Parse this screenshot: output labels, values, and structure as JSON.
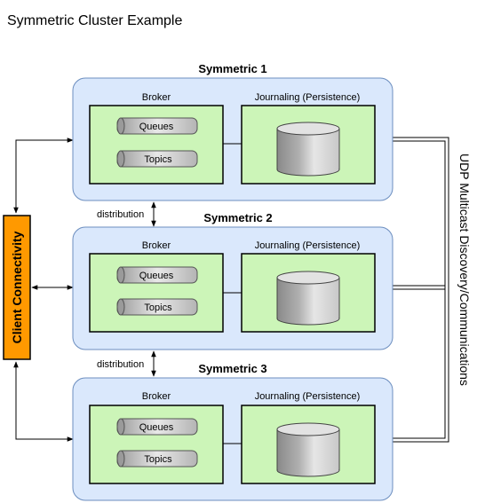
{
  "title": "Symmetric Cluster Example",
  "client": {
    "label": "Client Connectivity"
  },
  "udp": {
    "label": "UDP Multicast Discovery/Communications"
  },
  "distribution_label": "distribution",
  "clusters": [
    {
      "title": "Symmetric 1",
      "broker_label": "Broker",
      "journal_label": "Journaling (Persistence)",
      "queues_label": "Queues",
      "topics_label": "Topics"
    },
    {
      "title": "Symmetric 2",
      "broker_label": "Broker",
      "journal_label": "Journaling (Persistence)",
      "queues_label": "Queues",
      "topics_label": "Topics"
    },
    {
      "title": "Symmetric 3",
      "broker_label": "Broker",
      "journal_label": "Journaling (Persistence)",
      "queues_label": "Queues",
      "topics_label": "Topics"
    }
  ],
  "colors": {
    "cluster_fill": "#dae8fc",
    "cluster_stroke": "#6c8ebf",
    "inner_fill": "#ccf5b8",
    "client_fill": "#ff9900"
  }
}
